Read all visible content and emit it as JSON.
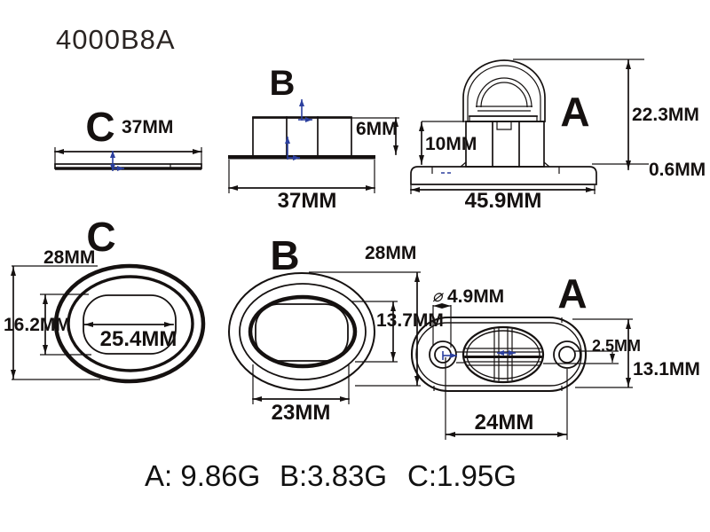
{
  "title": "4000B8A",
  "colors": {
    "background": "#ffffff",
    "line": "#151110",
    "centerline_blue": "#2b3f9e"
  },
  "side_views": {
    "c": {
      "label": "C",
      "width": "37MM"
    },
    "b": {
      "label": "B",
      "height": "6MM",
      "width": "37MM"
    },
    "a": {
      "label": "A",
      "boss_height": "10MM",
      "total_height": "22.3MM",
      "base_lip": "0.6MM",
      "base_width": "45.9MM"
    }
  },
  "top_views": {
    "c": {
      "label": "C",
      "outer_height": "28MM",
      "inner_height": "16.2MM",
      "inner_width": "25.4MM"
    },
    "b": {
      "label": "B",
      "outer_height": "28MM",
      "inner_height": "13.7MM",
      "inner_width": "23MM"
    },
    "a": {
      "label": "A",
      "diameter_symbol": "⌀",
      "hole_diameter": "4.9MM",
      "slot_offset": "2.5MM",
      "plate_width": "13.1MM",
      "hole_spacing": "24MM"
    }
  },
  "weights": {
    "a": "A: 9.86G",
    "b": "B:3.83G",
    "c": "C:1.95G"
  }
}
